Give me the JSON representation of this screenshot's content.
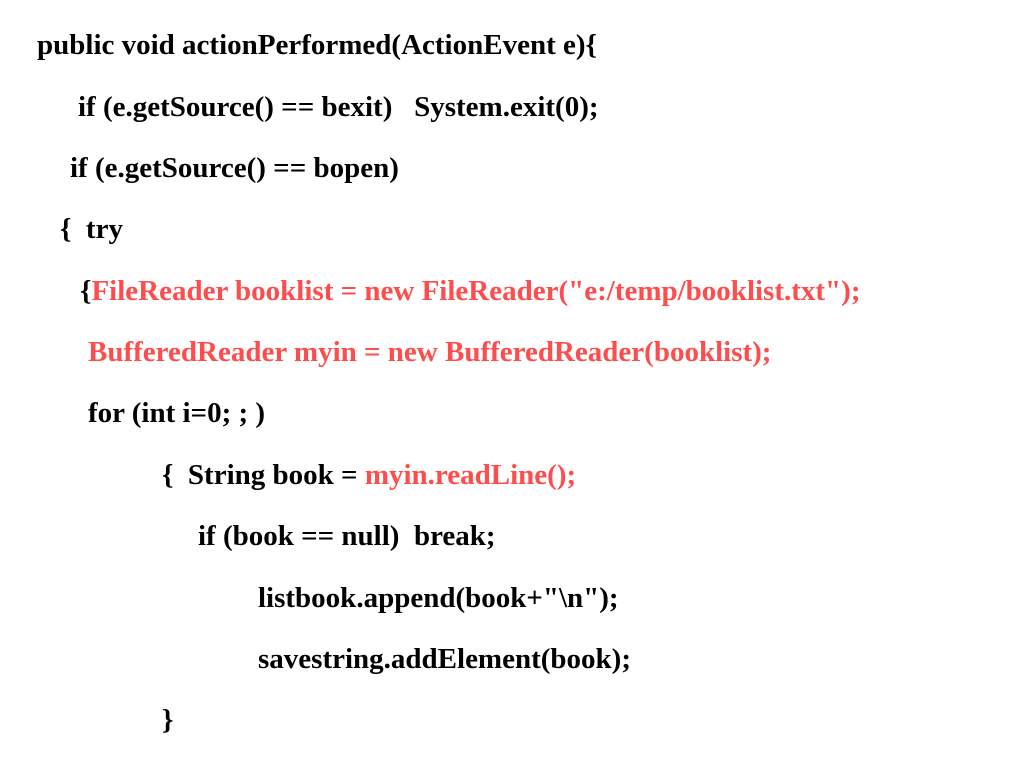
{
  "colors": {
    "text": "#000000",
    "highlight": "#ff4c4c",
    "background": "#ffffff"
  },
  "code_lines": [
    {
      "text": "public void actionPerformed(ActionEvent e){"
    },
    {
      "text": "if (e.getSource() == bexit)   System.exit(0);"
    },
    {
      "text": "if (e.getSource() == bopen)"
    },
    {
      "text": "{  try"
    },
    {
      "prefix": "{",
      "highlight": "FileReader booklist = new FileReader(\"e:/temp/booklist.txt\");"
    },
    {
      "highlight": "BufferedReader myin = new BufferedReader(booklist);"
    },
    {
      "text": "for (int i=0; ; )"
    },
    {
      "prefix": "{  String book = ",
      "highlight": "myin.readLine();"
    },
    {
      "text": "if (book == null)  break;"
    },
    {
      "text": "listbook.append(book+\"\\n\");"
    },
    {
      "text": "savestring.addElement(book);"
    },
    {
      "text": "}"
    }
  ]
}
